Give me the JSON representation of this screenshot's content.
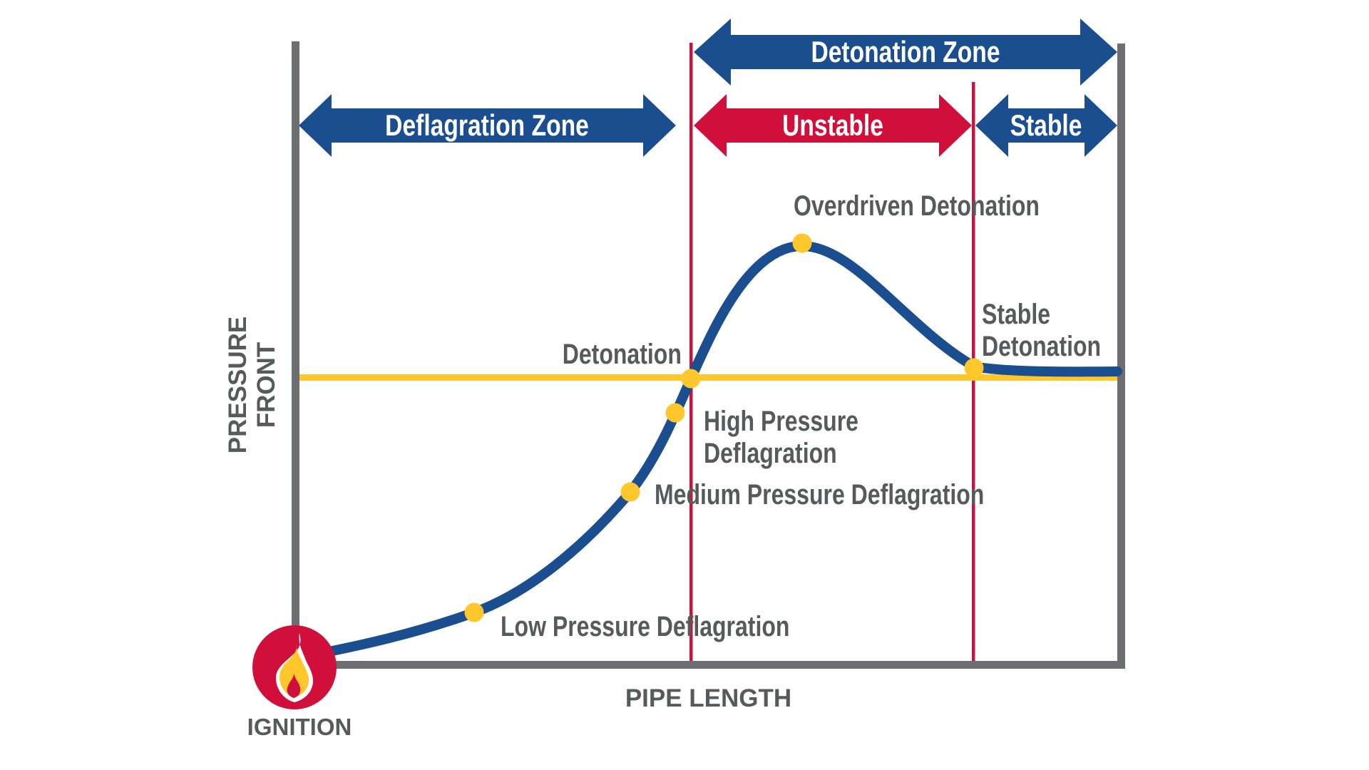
{
  "colors": {
    "blue": "#1B4E8F",
    "crimson": "#D0103A",
    "yellow": "#FFC72C",
    "axis_gray": "#6D6E71",
    "text_gray": "#58595B",
    "background": "#FFFFFF"
  },
  "axes": {
    "y_label": "PRESSURE FRONT",
    "x_label": "PIPE LENGTH"
  },
  "zone_arrows": {
    "deflagration": "Deflagration Zone",
    "detonation": "Detonation Zone",
    "unstable": "Unstable",
    "stable": "Stable"
  },
  "ignition": {
    "label": "IGNITION",
    "icon": "flame-icon"
  },
  "curve_labels": {
    "low": "Low Pressure Deflagration",
    "medium": "Medium Pressure Deflagration",
    "high": "High Pressure\nDeflagration",
    "detonation": "Detonation",
    "overdriven": "Overdriven Detonation",
    "stable": "Stable\nDetonation"
  },
  "chart_data": {
    "type": "line",
    "title": "Deflagration to Detonation Transition",
    "xlabel": "PIPE LENGTH",
    "ylabel": "PRESSURE FRONT",
    "axis_ticks": "none (qualitative axes)",
    "points_normalized": [
      {
        "label": "Ignition",
        "x": 0.0,
        "y": 0.0
      },
      {
        "label": "Low Pressure Deflagration",
        "x": 0.21,
        "y": 0.08
      },
      {
        "label": "Medium Pressure Deflagration",
        "x": 0.4,
        "y": 0.27
      },
      {
        "label": "High Pressure Deflagration",
        "x": 0.46,
        "y": 0.4
      },
      {
        "label": "Detonation",
        "x": 0.48,
        "y": 0.46
      },
      {
        "label": "Overdriven Detonation",
        "x": 0.61,
        "y": 0.67
      },
      {
        "label": "Stable Detonation",
        "x": 0.83,
        "y": 0.47
      },
      {
        "label": "curve end at right wall",
        "x": 1.0,
        "y": 0.47
      }
    ],
    "reference_lines": {
      "horizontal_yellow_line_y": 0.46,
      "vertical_red_lines_x": [
        0.48,
        0.82
      ]
    },
    "zones": [
      {
        "label": "Deflagration Zone",
        "x_range": [
          0.0,
          0.48
        ]
      },
      {
        "label": "Detonation Zone",
        "x_range": [
          0.48,
          1.0
        ]
      },
      {
        "label": "Unstable",
        "x_range": [
          0.48,
          0.82
        ]
      },
      {
        "label": "Stable",
        "x_range": [
          0.82,
          1.0
        ]
      }
    ]
  }
}
